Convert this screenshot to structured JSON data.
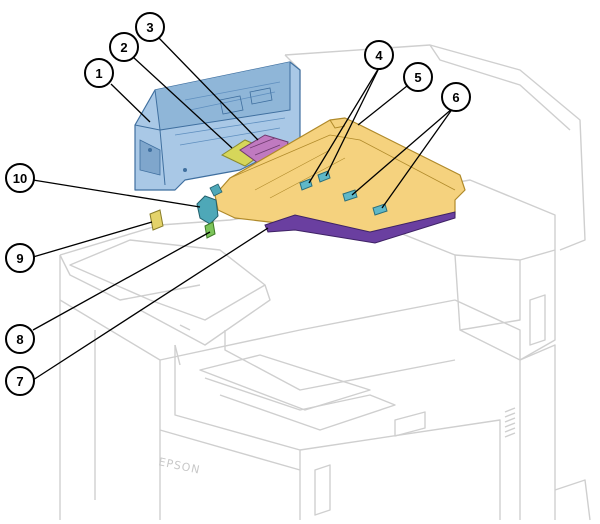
{
  "diagram": {
    "brand": "EPSON",
    "callouts": [
      {
        "number": "1"
      },
      {
        "number": "2"
      },
      {
        "number": "3"
      },
      {
        "number": "4"
      },
      {
        "number": "5"
      },
      {
        "number": "6"
      },
      {
        "number": "7"
      },
      {
        "number": "8"
      },
      {
        "number": "9"
      },
      {
        "number": "10"
      }
    ],
    "colors": {
      "outline": "#cfcfcf",
      "adf_cover": "#8fb6d8",
      "adf_cover_dark": "#5f8fbf",
      "pickup_rollers": "#c07ac0",
      "roller_frame": "#d6d65a",
      "feeder_tray": "#f5d27e",
      "tray_stopper": "#6a3fa0",
      "edge_guides": "#5fb8c8",
      "green_part": "#7cc45a",
      "callout_line": "#000000"
    }
  }
}
